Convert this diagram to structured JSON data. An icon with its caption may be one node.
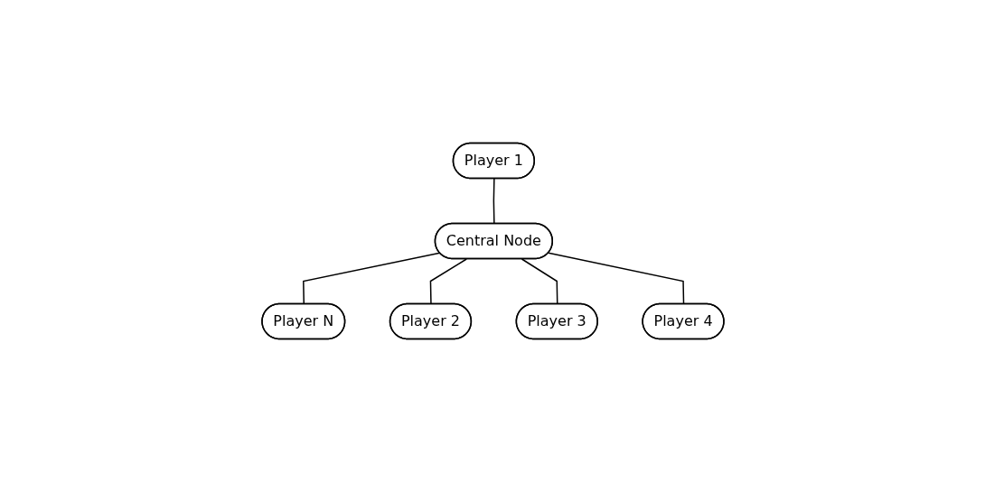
{
  "diagram": {
    "nodes": [
      {
        "text": [
          "Player 1"
        ]
      },
      {
        "text": [
          "Central Node"
        ]
      },
      {
        "text": [
          "Player N"
        ]
      },
      {
        "text": [
          "Player 2"
        ]
      },
      {
        "text": [
          "Player 4"
        ]
      },
      {
        "text": [
          "Player 3"
        ]
      }
    ],
    "edges": [
      {
        "from": 0,
        "to": 1,
        "arrow": "none"
      },
      {
        "from": 1,
        "to": 2,
        "arrow": "none"
      },
      {
        "from": 1,
        "to": 3,
        "arrow": "none"
      },
      {
        "from": 1,
        "to": 5,
        "arrow": "none"
      },
      {
        "from": 1,
        "to": 4,
        "arrow": "none"
      }
    ]
  }
}
